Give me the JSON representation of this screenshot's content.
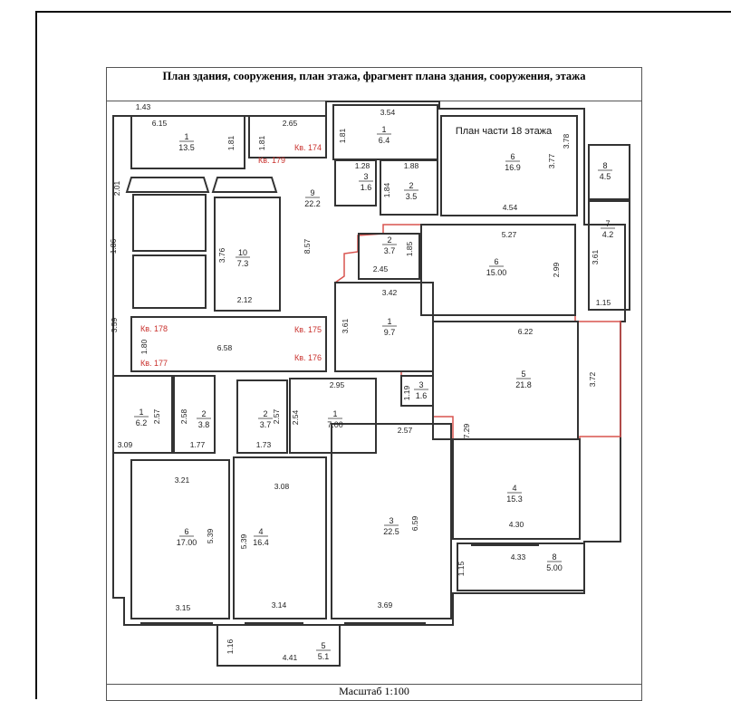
{
  "title": "План здания, сооружения, план этажа, фрагмент плана здания, сооружения, этажа",
  "part_label": "План части 18 этажа",
  "scale": "Масштаб 1:100",
  "colors": {
    "wall": "#333333",
    "highlight": "#d9534f",
    "apt_label": "#c9302c"
  },
  "rooms": [
    {
      "id": "a",
      "number": "1",
      "area": "13.5"
    },
    {
      "id": "b",
      "number": "1",
      "area": "6.4"
    },
    {
      "id": "c",
      "number": "3",
      "area": "1.6"
    },
    {
      "id": "d",
      "number": "2",
      "area": "3.5"
    },
    {
      "id": "e",
      "number": "6",
      "area": "16.9"
    },
    {
      "id": "f",
      "number": "8",
      "area": "4.5"
    },
    {
      "id": "g",
      "number": "9",
      "area": "22.2"
    },
    {
      "id": "h",
      "number": "10",
      "area": "7.3"
    },
    {
      "id": "i",
      "number": "2",
      "area": "3.7"
    },
    {
      "id": "j",
      "number": "6",
      "area": "15.00"
    },
    {
      "id": "k",
      "number": "7",
      "area": "4.2"
    },
    {
      "id": "l",
      "number": "1",
      "area": "9.7"
    },
    {
      "id": "m",
      "number": "5",
      "area": "21.8"
    },
    {
      "id": "n",
      "number": "3",
      "area": "1.6"
    },
    {
      "id": "o",
      "number": "1",
      "area": "6.2"
    },
    {
      "id": "p",
      "number": "2",
      "area": "3.8"
    },
    {
      "id": "q",
      "number": "2",
      "area": "3.7"
    },
    {
      "id": "r",
      "number": "1",
      "area": "7.00"
    },
    {
      "id": "s",
      "number": "4",
      "area": "15.3"
    },
    {
      "id": "t",
      "number": "6",
      "area": "17.00"
    },
    {
      "id": "u",
      "number": "4",
      "area": "16.4"
    },
    {
      "id": "v",
      "number": "3",
      "area": "22.5"
    },
    {
      "id": "w",
      "number": "8",
      "area": "5.00"
    },
    {
      "id": "x",
      "number": "5",
      "area": "5.1"
    }
  ],
  "apartments": [
    "Кв. 174",
    "Кв. 179",
    "Кв. 178",
    "Кв. 177",
    "Кв. 175",
    "Кв. 176"
  ],
  "dimensions": [
    "1.43",
    "6.15",
    "1.81",
    "1.81",
    "2.65",
    "1.81",
    "3.54",
    "3.78",
    "1.28",
    "1.88",
    "1.84",
    "3.77",
    "2.01",
    "3.76",
    "8.57",
    "2.12",
    "4.54",
    "1.86",
    "1.85",
    "5.27",
    "3.61",
    "2.45",
    "2.99",
    "3.42",
    "1.15",
    "3.59",
    "1.80",
    "3.61",
    "6.58",
    "6.22",
    "3.72",
    "2.95",
    "1.19",
    "2.57",
    "2.58",
    "2.54",
    "2.57",
    "3.09",
    "1.77",
    "1.73",
    "2.57",
    "7.29",
    "3.21",
    "3.08",
    "5.39",
    "5.39",
    "6.59",
    "4.30",
    "4.33",
    "1.15",
    "3.15",
    "3.14",
    "3.69",
    "1.16",
    "4.41"
  ]
}
